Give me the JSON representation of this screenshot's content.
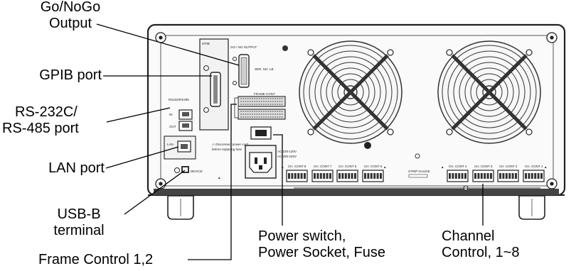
{
  "callouts": {
    "go_nogo": [
      "Go/NoGo",
      "Output"
    ],
    "gpib": "GPIB port",
    "rs232": [
      "RS-232C/",
      "RS-485 port"
    ],
    "lan": "LAN port",
    "usb": [
      "USB-B",
      "terminal"
    ],
    "frame_control": "Frame Control 1,2",
    "power": [
      "Power switch,",
      "Power Socket, Fuse"
    ],
    "channel": [
      "Channel",
      "Control, 1~8"
    ]
  },
  "panel_text": {
    "gpib": "GPIB",
    "go_nogo_output": "GO / NO OUTPUT",
    "ser_no": "SER. NO. LB",
    "frame_cont": "FRAME CONT",
    "rs232": "RS232/RS485",
    "in": "IN",
    "out": "OUT",
    "lan": "LAN",
    "device": "DEVICE",
    "strip_gauge": "STRIP GAUGE",
    "ch_cont": [
      "CH. CONT 8",
      "CH. CONT 7",
      "CH. CONT 6",
      "CH. CONT 5",
      "CH. CONT 4",
      "CH. CONT 3",
      "CH. CONT 2",
      "CH. CONT 1"
    ]
  }
}
